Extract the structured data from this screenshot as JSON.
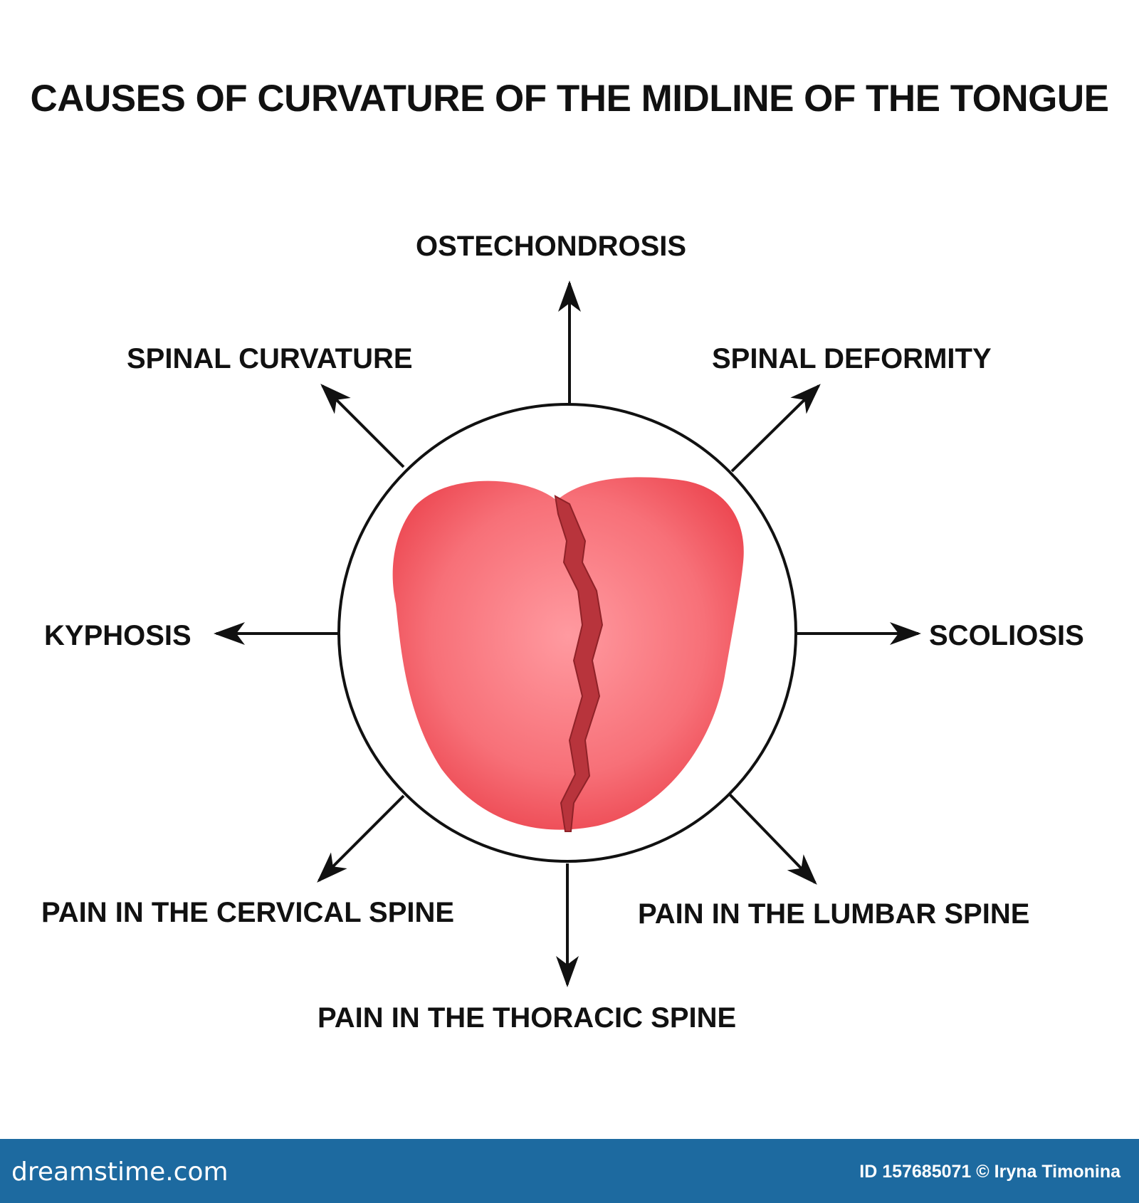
{
  "title": "CAUSES OF CURVATURE OF THE MIDLINE OF THE TONGUE",
  "causes": {
    "top": "OSTECHONDROSIS",
    "top_left": "SPINAL CURVATURE",
    "top_right": "SPINAL DEFORMITY",
    "left": "KYPHOSIS",
    "right": "SCOLIOSIS",
    "bottom_left": "PAIN IN THE CERVICAL SPINE",
    "bottom_right": "PAIN IN THE LUMBAR SPINE",
    "bottom": "PAIN IN THE THORACIC SPINE"
  },
  "footer": {
    "brand": "dreamstime.com",
    "credit": "ID 157685071 © Iryna Timonina"
  },
  "colors": {
    "tongue": "#f0555e",
    "tongue_center": "#ff9aa0",
    "midline": "#b8343c",
    "footer": "#1d6aa0"
  }
}
